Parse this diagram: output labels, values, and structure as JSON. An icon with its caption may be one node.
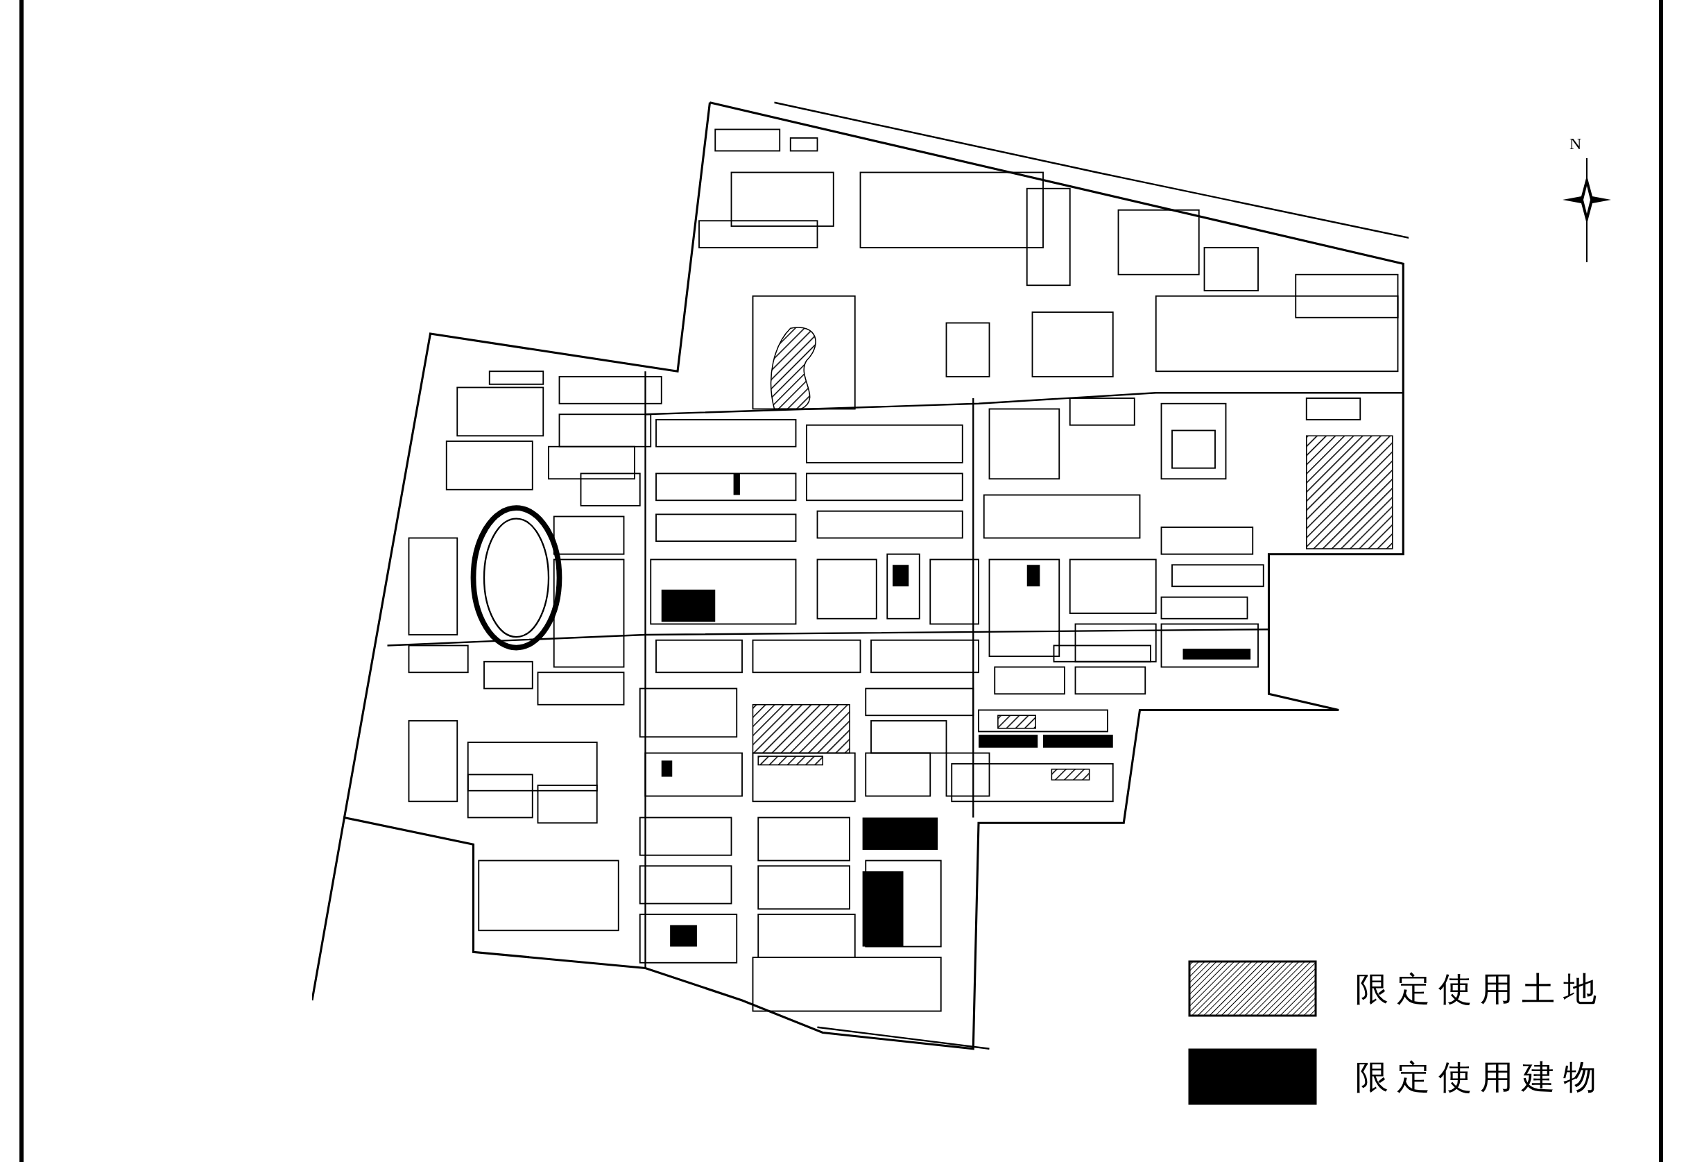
{
  "diagram": {
    "labels": [
      "N"
    ],
    "legend": [
      {
        "text": "限定使用土地"
      },
      {
        "text": "限定使用建物",
        "color": "#000000"
      }
    ]
  }
}
